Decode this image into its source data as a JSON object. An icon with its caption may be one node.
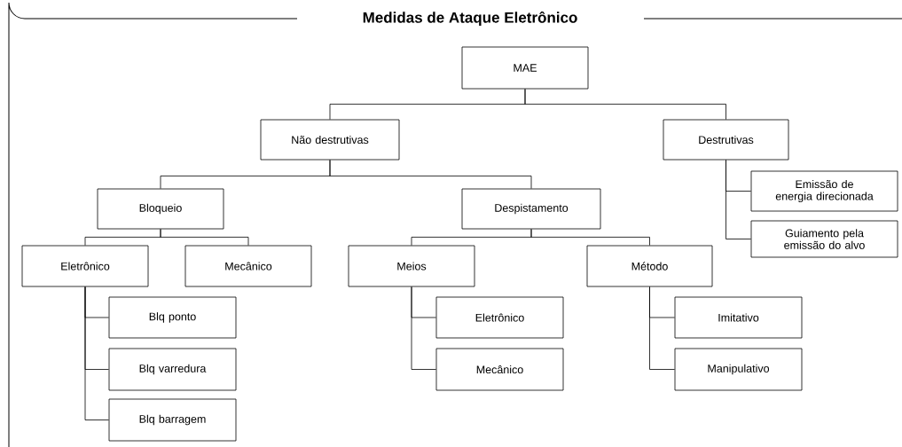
{
  "diagram": {
    "title": "Medidas de Ataque Eletrônico",
    "nodes": [
      {
        "text": [
          "MAE"
        ]
      },
      {
        "text": [
          "Não destrutivas"
        ]
      },
      {
        "text": [
          "Destrutivas"
        ]
      },
      {
        "text": [
          "Emissão de energia direcionada"
        ]
      },
      {
        "text": [
          "Guiamento pela emissão do alvo"
        ]
      },
      {
        "text": [
          "Bloqueio"
        ]
      },
      {
        "text": [
          "Despistamento"
        ]
      },
      {
        "text": [
          "Eletrônico"
        ]
      },
      {
        "text": [
          "Mecânico"
        ]
      },
      {
        "text": [
          "Meios"
        ]
      },
      {
        "text": [
          "Método"
        ]
      },
      {
        "text": [
          "Blq ponto"
        ]
      },
      {
        "text": [
          "Blq varredura"
        ]
      },
      {
        "text": [
          "Blq barragem"
        ]
      },
      {
        "text": [
          "Eletrônico"
        ]
      },
      {
        "text": [
          "Mecânico"
        ]
      },
      {
        "text": [
          "Imitativo"
        ]
      },
      {
        "text": [
          "Manipulativo"
        ]
      }
    ],
    "edges": [
      {
        "from": 0,
        "to": 1,
        "arrow": "none"
      },
      {
        "from": 0,
        "to": 2,
        "arrow": "none"
      },
      {
        "from": 2,
        "to": 3,
        "arrow": "none"
      },
      {
        "from": 2,
        "to": 4,
        "arrow": "none"
      },
      {
        "from": 1,
        "to": 5,
        "arrow": "none"
      },
      {
        "from": 1,
        "to": 6,
        "arrow": "none"
      },
      {
        "from": 5,
        "to": 7,
        "arrow": "none"
      },
      {
        "from": 5,
        "to": 8,
        "arrow": "none"
      },
      {
        "from": 6,
        "to": 9,
        "arrow": "none"
      },
      {
        "from": 6,
        "to": 10,
        "arrow": "none"
      },
      {
        "from": 7,
        "to": 11,
        "arrow": "none"
      },
      {
        "from": 7,
        "to": 12,
        "arrow": "none"
      },
      {
        "from": 7,
        "to": 13,
        "arrow": "none"
      },
      {
        "from": 9,
        "to": 14,
        "arrow": "none"
      },
      {
        "from": 9,
        "to": 15,
        "arrow": "none"
      },
      {
        "from": 10,
        "to": 16,
        "arrow": "none"
      },
      {
        "from": 10,
        "to": 17,
        "arrow": "none"
      }
    ]
  }
}
